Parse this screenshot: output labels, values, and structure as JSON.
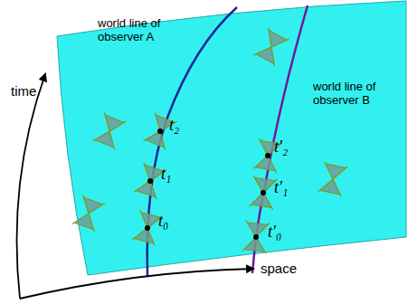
{
  "diagram": {
    "labels": [
      "world line of observer A",
      "world line of observer B",
      "time",
      "space",
      "t₂",
      "t₁",
      "t₀",
      "t′₂",
      "t′₁",
      "t′₀"
    ]
  }
}
